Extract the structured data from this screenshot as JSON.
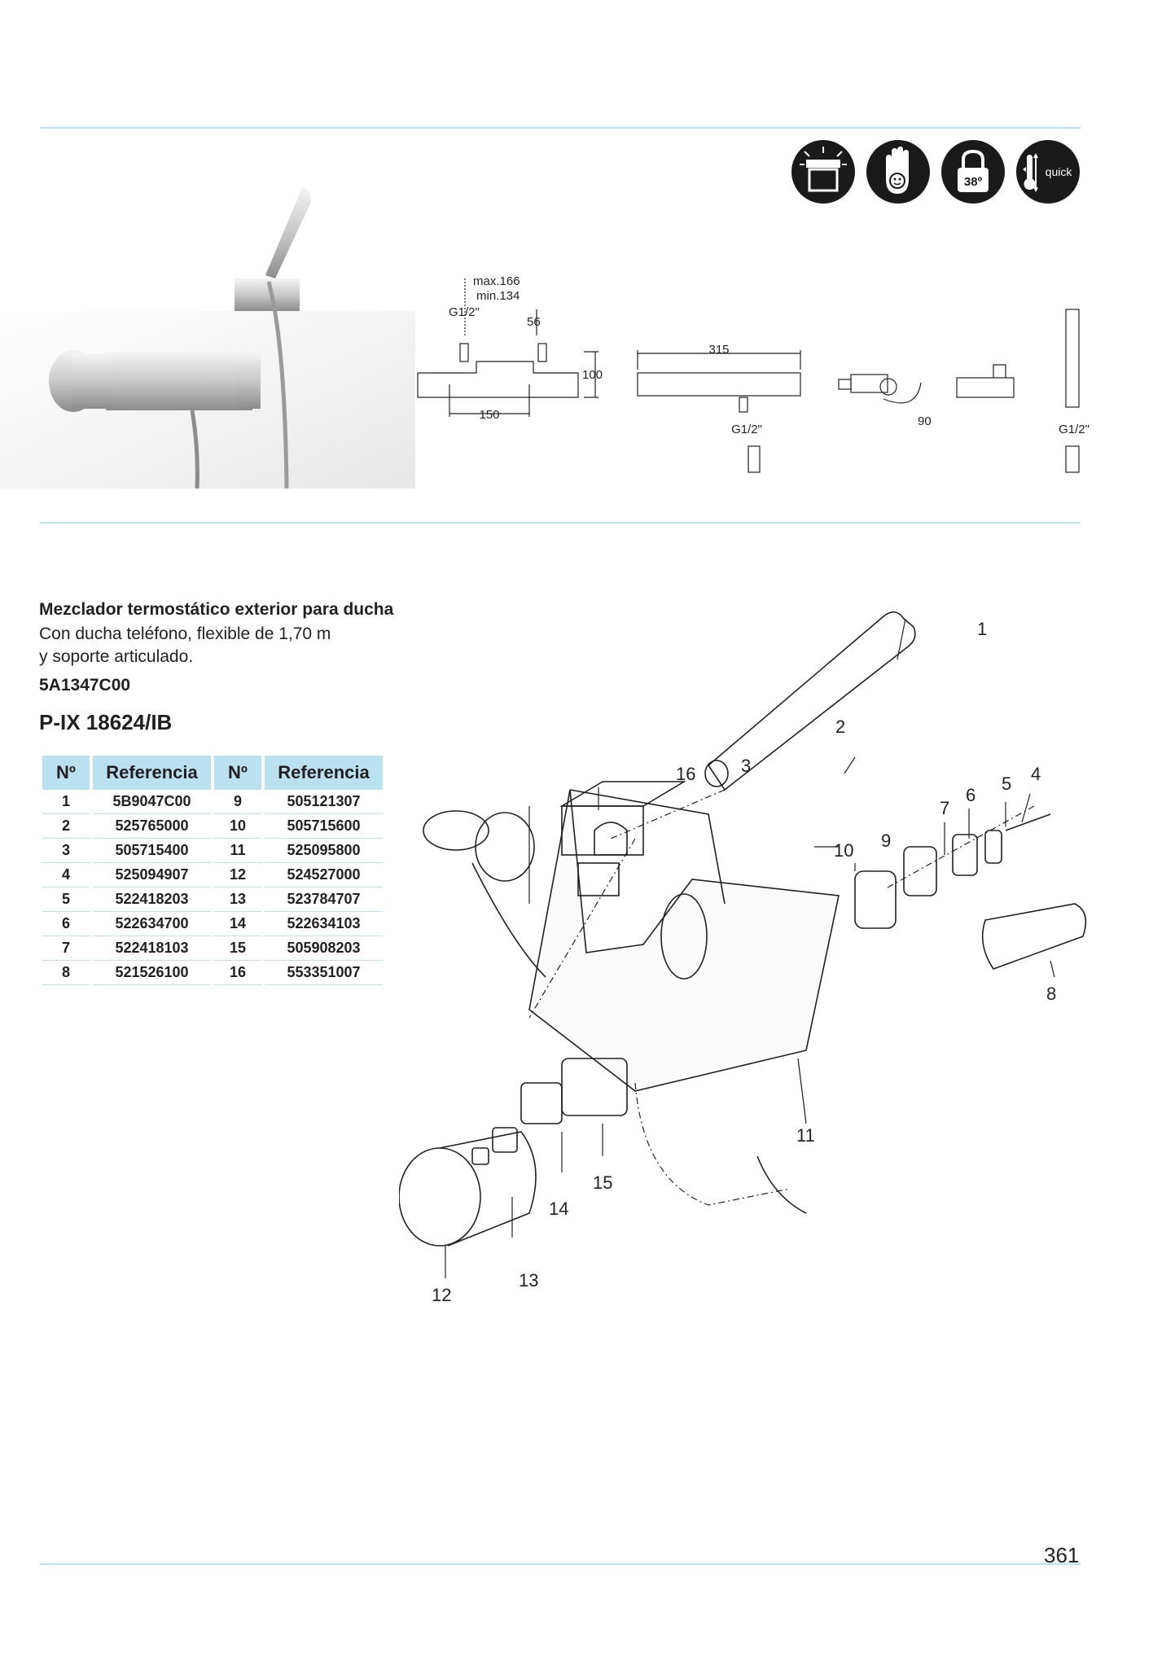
{
  "icons": [
    {
      "name": "eco-click-icon",
      "label": ""
    },
    {
      "name": "cold-touch-hand-icon",
      "label": ""
    },
    {
      "name": "safety-lock-38-icon",
      "label": "38º"
    },
    {
      "name": "quick-thermometer-icon",
      "label": "quick"
    }
  ],
  "dimensions": {
    "max": "max.166",
    "min": "min.134",
    "thread_left": "G1/2\"",
    "spacing_56": "56",
    "height": "100",
    "spacing_150": "150",
    "length": "315",
    "thread_bottom": "G1/2\"",
    "angle": "90",
    "thread_right": "G1/2\""
  },
  "product": {
    "title": "Mezclador termostático exterior para ducha",
    "desc_line1": "Con ducha teléfono, flexible de 1,70 m",
    "desc_line2": "y soporte articulado.",
    "code": "5A1347C00",
    "model": "P-IX 18624/IB"
  },
  "table": {
    "headers": [
      "Nº",
      "Referencia",
      "Nº",
      "Referencia"
    ],
    "rows": [
      [
        "1",
        "5B9047C00",
        "9",
        "505121307"
      ],
      [
        "2",
        "525765000",
        "10",
        "505715600"
      ],
      [
        "3",
        "505715400",
        "11",
        "525095800"
      ],
      [
        "4",
        "525094907",
        "12",
        "524527000"
      ],
      [
        "5",
        "522418203",
        "13",
        "523784707"
      ],
      [
        "6",
        "522634700",
        "14",
        "522634103"
      ],
      [
        "7",
        "522418103",
        "15",
        "505908203"
      ],
      [
        "8",
        "521526100",
        "16",
        "553351007"
      ]
    ]
  },
  "callouts": [
    "1",
    "2",
    "3",
    "4",
    "5",
    "6",
    "7",
    "8",
    "9",
    "10",
    "11",
    "12",
    "13",
    "14",
    "15",
    "16"
  ],
  "page_number": "361",
  "colors": {
    "accent": "#b9e1ef",
    "text": "#231f20"
  }
}
